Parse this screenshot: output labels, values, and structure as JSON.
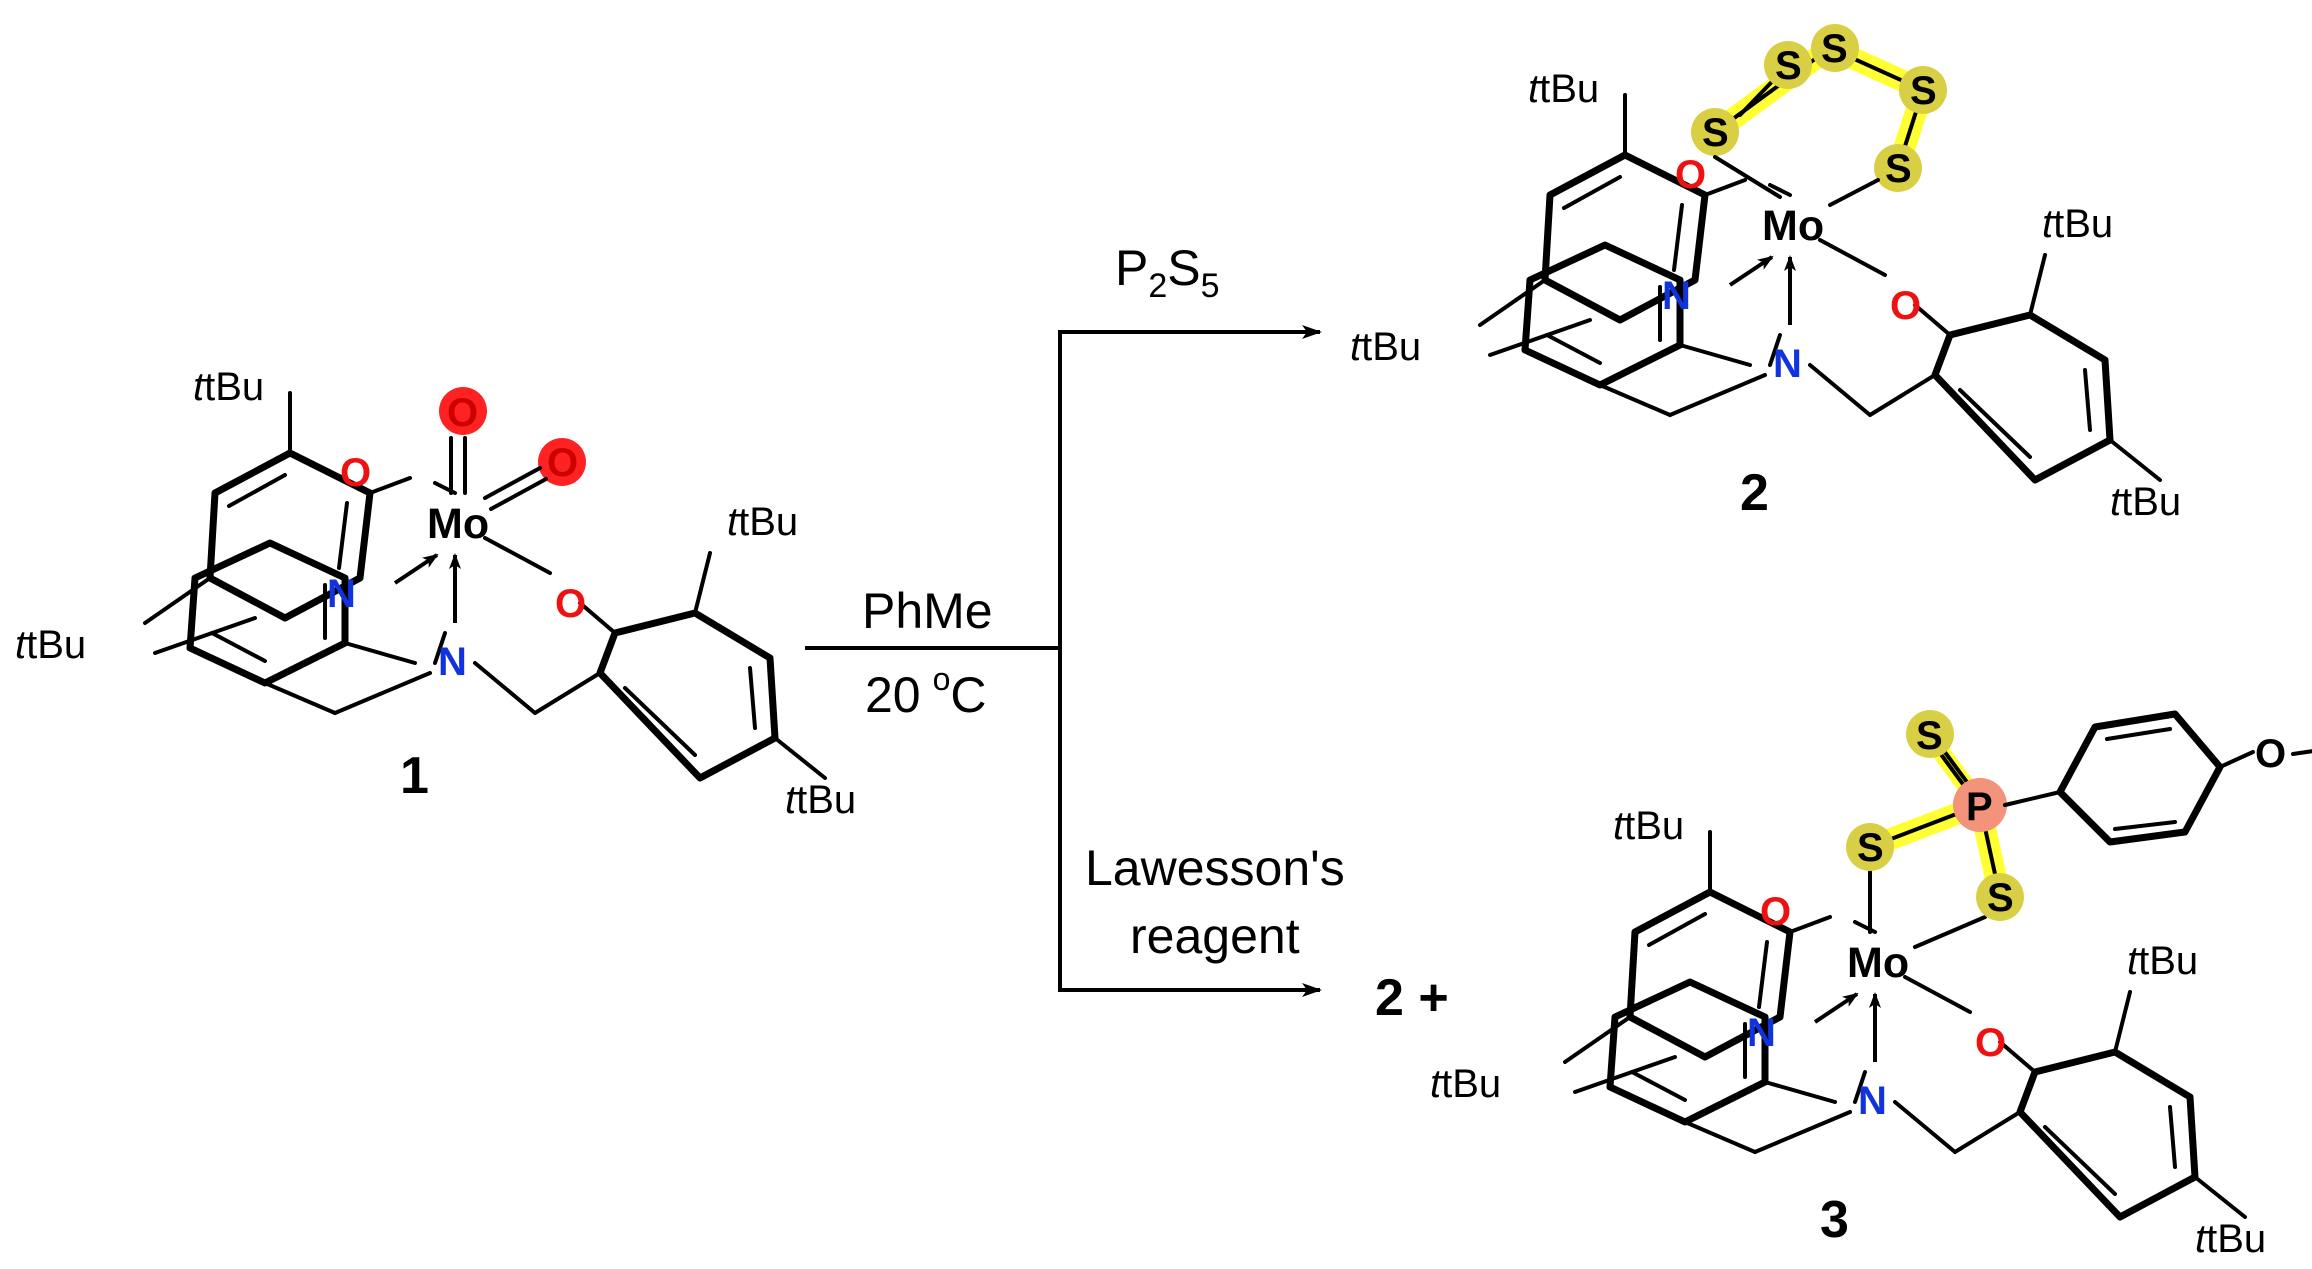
{
  "compounds": {
    "c1": {
      "number": "1",
      "metal": "Mo",
      "substituents": [
        "tBu",
        "tBu",
        "tBu",
        "tBu"
      ],
      "oxygen": "O",
      "nitrogen": "N",
      "oxo_ligands": [
        "O",
        "O"
      ]
    },
    "c2": {
      "number": "2",
      "metal": "Mo",
      "substituents": [
        "tBu",
        "tBu",
        "tBu",
        "tBu"
      ],
      "oxygen": "O",
      "nitrogen": "N",
      "sulfur": "S"
    },
    "c3": {
      "number": "3",
      "prefix": "2 +",
      "metal": "Mo",
      "substituents": [
        "tBu",
        "tBu",
        "tBu",
        "tBu"
      ],
      "oxygen": "O",
      "nitrogen": "N",
      "sulfur": "S",
      "phosphorus": "P"
    }
  },
  "conditions": {
    "solvent": "PhMe",
    "temperature_value": "20",
    "temperature_deg": "o",
    "temperature_unit": "C",
    "upper_reagent_main": "P",
    "upper_reagent_sub1": "2",
    "upper_reagent_mid": "S",
    "upper_reagent_sub2": "5",
    "lower_reagent_line1": "Lawesson's",
    "lower_reagent_line2": "reagent"
  },
  "colors": {
    "oxygen": "#ee1111",
    "nitrogen": "#1133dd",
    "oxo_highlight": "#ff2222",
    "sulfur_highlight": "#d9cf45",
    "chain_highlight": "#ffff33",
    "phosphorus_highlight": "#f4937c",
    "bond": "#000000"
  }
}
